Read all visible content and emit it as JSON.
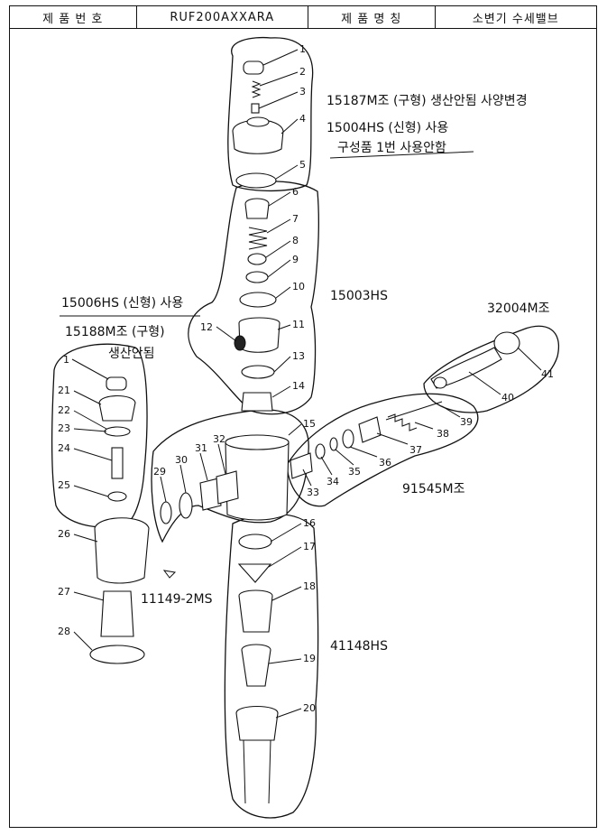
{
  "header": {
    "part_no_label": "제 품 번 호",
    "part_no_value": "RUF200AXXARA",
    "part_name_label": "제 품 명 칭",
    "part_name_value": "소변기 수세밸브"
  },
  "notes": {
    "top_line1": "15187M조 (구형) 생산안됨 사양변경",
    "top_line2": "15004HS (신형) 사용",
    "top_line3": "구성품 1번 사용안함",
    "group_15003": "15003HS",
    "left_line1": "15006HS (신형) 사용",
    "left_line2": "15188M조 (구형)",
    "left_line3": "생산안됨",
    "group_32004": "32004M조",
    "group_91545": "91545M조",
    "group_11149": "11149-2MS",
    "group_41148": "41148HS"
  },
  "callouts": [
    "1",
    "2",
    "3",
    "4",
    "5",
    "6",
    "7",
    "8",
    "9",
    "10",
    "11",
    "12",
    "13",
    "14",
    "15",
    "16",
    "17",
    "18",
    "19",
    "20",
    "21",
    "22",
    "23",
    "24",
    "25",
    "26",
    "27",
    "28",
    "29",
    "30",
    "31",
    "32",
    "33",
    "34",
    "35",
    "36",
    "37",
    "38",
    "39",
    "40",
    "41"
  ]
}
